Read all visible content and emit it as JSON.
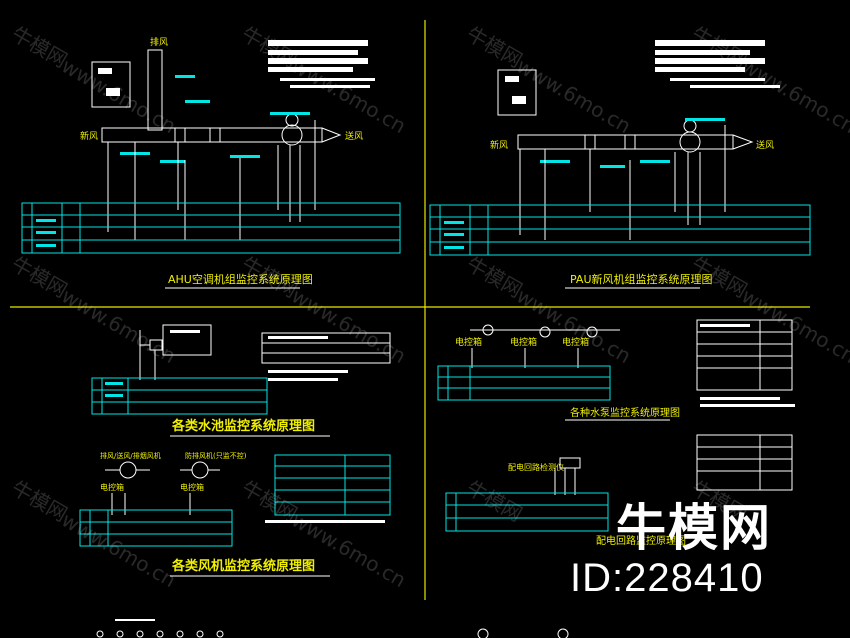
{
  "brand": {
    "name": "牛模网",
    "id_text": "ID:228410"
  },
  "watermark": {
    "text_cn": "牛模网",
    "text_url": "www.6mo.cn"
  },
  "panels": [
    {
      "title": "AHU空调机组监控系统原理图",
      "air_in": "新风",
      "air_out": "送风",
      "top_label": "排风"
    },
    {
      "title": "PAU新风机组监控系统原理图",
      "air_in": "新风",
      "air_out": "送风"
    },
    {
      "title": "各类水池监控系统原理图"
    },
    {
      "title": "各种水泵监控系统原理图",
      "pump_label_1": "电控箱",
      "pump_label_2": "电控箱",
      "pump_label_3": "电控箱"
    },
    {
      "title": "各类风机监控系统原理图",
      "fan_label_1": "排风/送风/排烟风机",
      "fan_label_2": "防排风机(只监不控)",
      "box_1": "电控箱",
      "box_2": "电控箱"
    },
    {
      "title": "配电回路监控原理图",
      "meter_label": "配电回路检测仪"
    }
  ],
  "colors": {
    "line": "#00e5e5",
    "title": "#f0f000",
    "divider": "#e8e800",
    "background": "#000000"
  }
}
